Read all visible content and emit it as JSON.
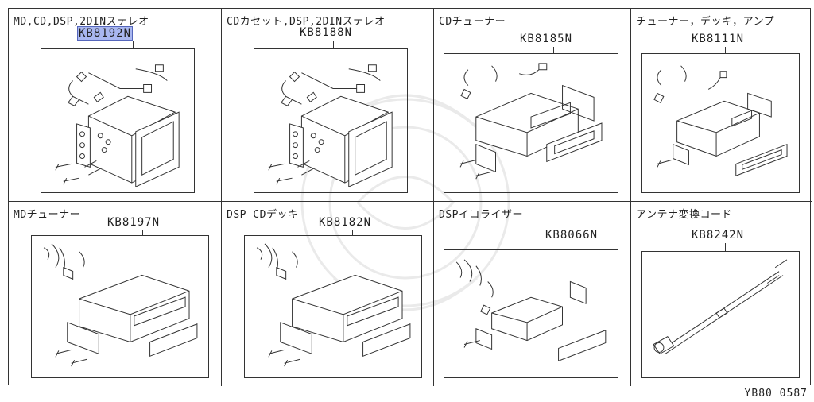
{
  "cells": [
    {
      "title": "MD,CD,DSP,2DINステレオ",
      "code": "KB8192N"
    },
    {
      "title": "CDカセット,DSP,2DINステレオ",
      "code": "KB8188N"
    },
    {
      "title": "CDチューナー",
      "code": "KB8185N"
    },
    {
      "title": "チューナー，デッキ，アンプ",
      "code": "KB8111N"
    },
    {
      "title": "MDチューナー",
      "code": "KB8197N"
    },
    {
      "title": "DSP CDデッキ",
      "code": "KB8182N"
    },
    {
      "title": "DSPイコライザー",
      "code": "KB8066N"
    },
    {
      "title": "アンテナ変換コード",
      "code": "KB8242N"
    }
  ],
  "footer": "YB80 0587",
  "highlight_color": "#a9b7f0"
}
